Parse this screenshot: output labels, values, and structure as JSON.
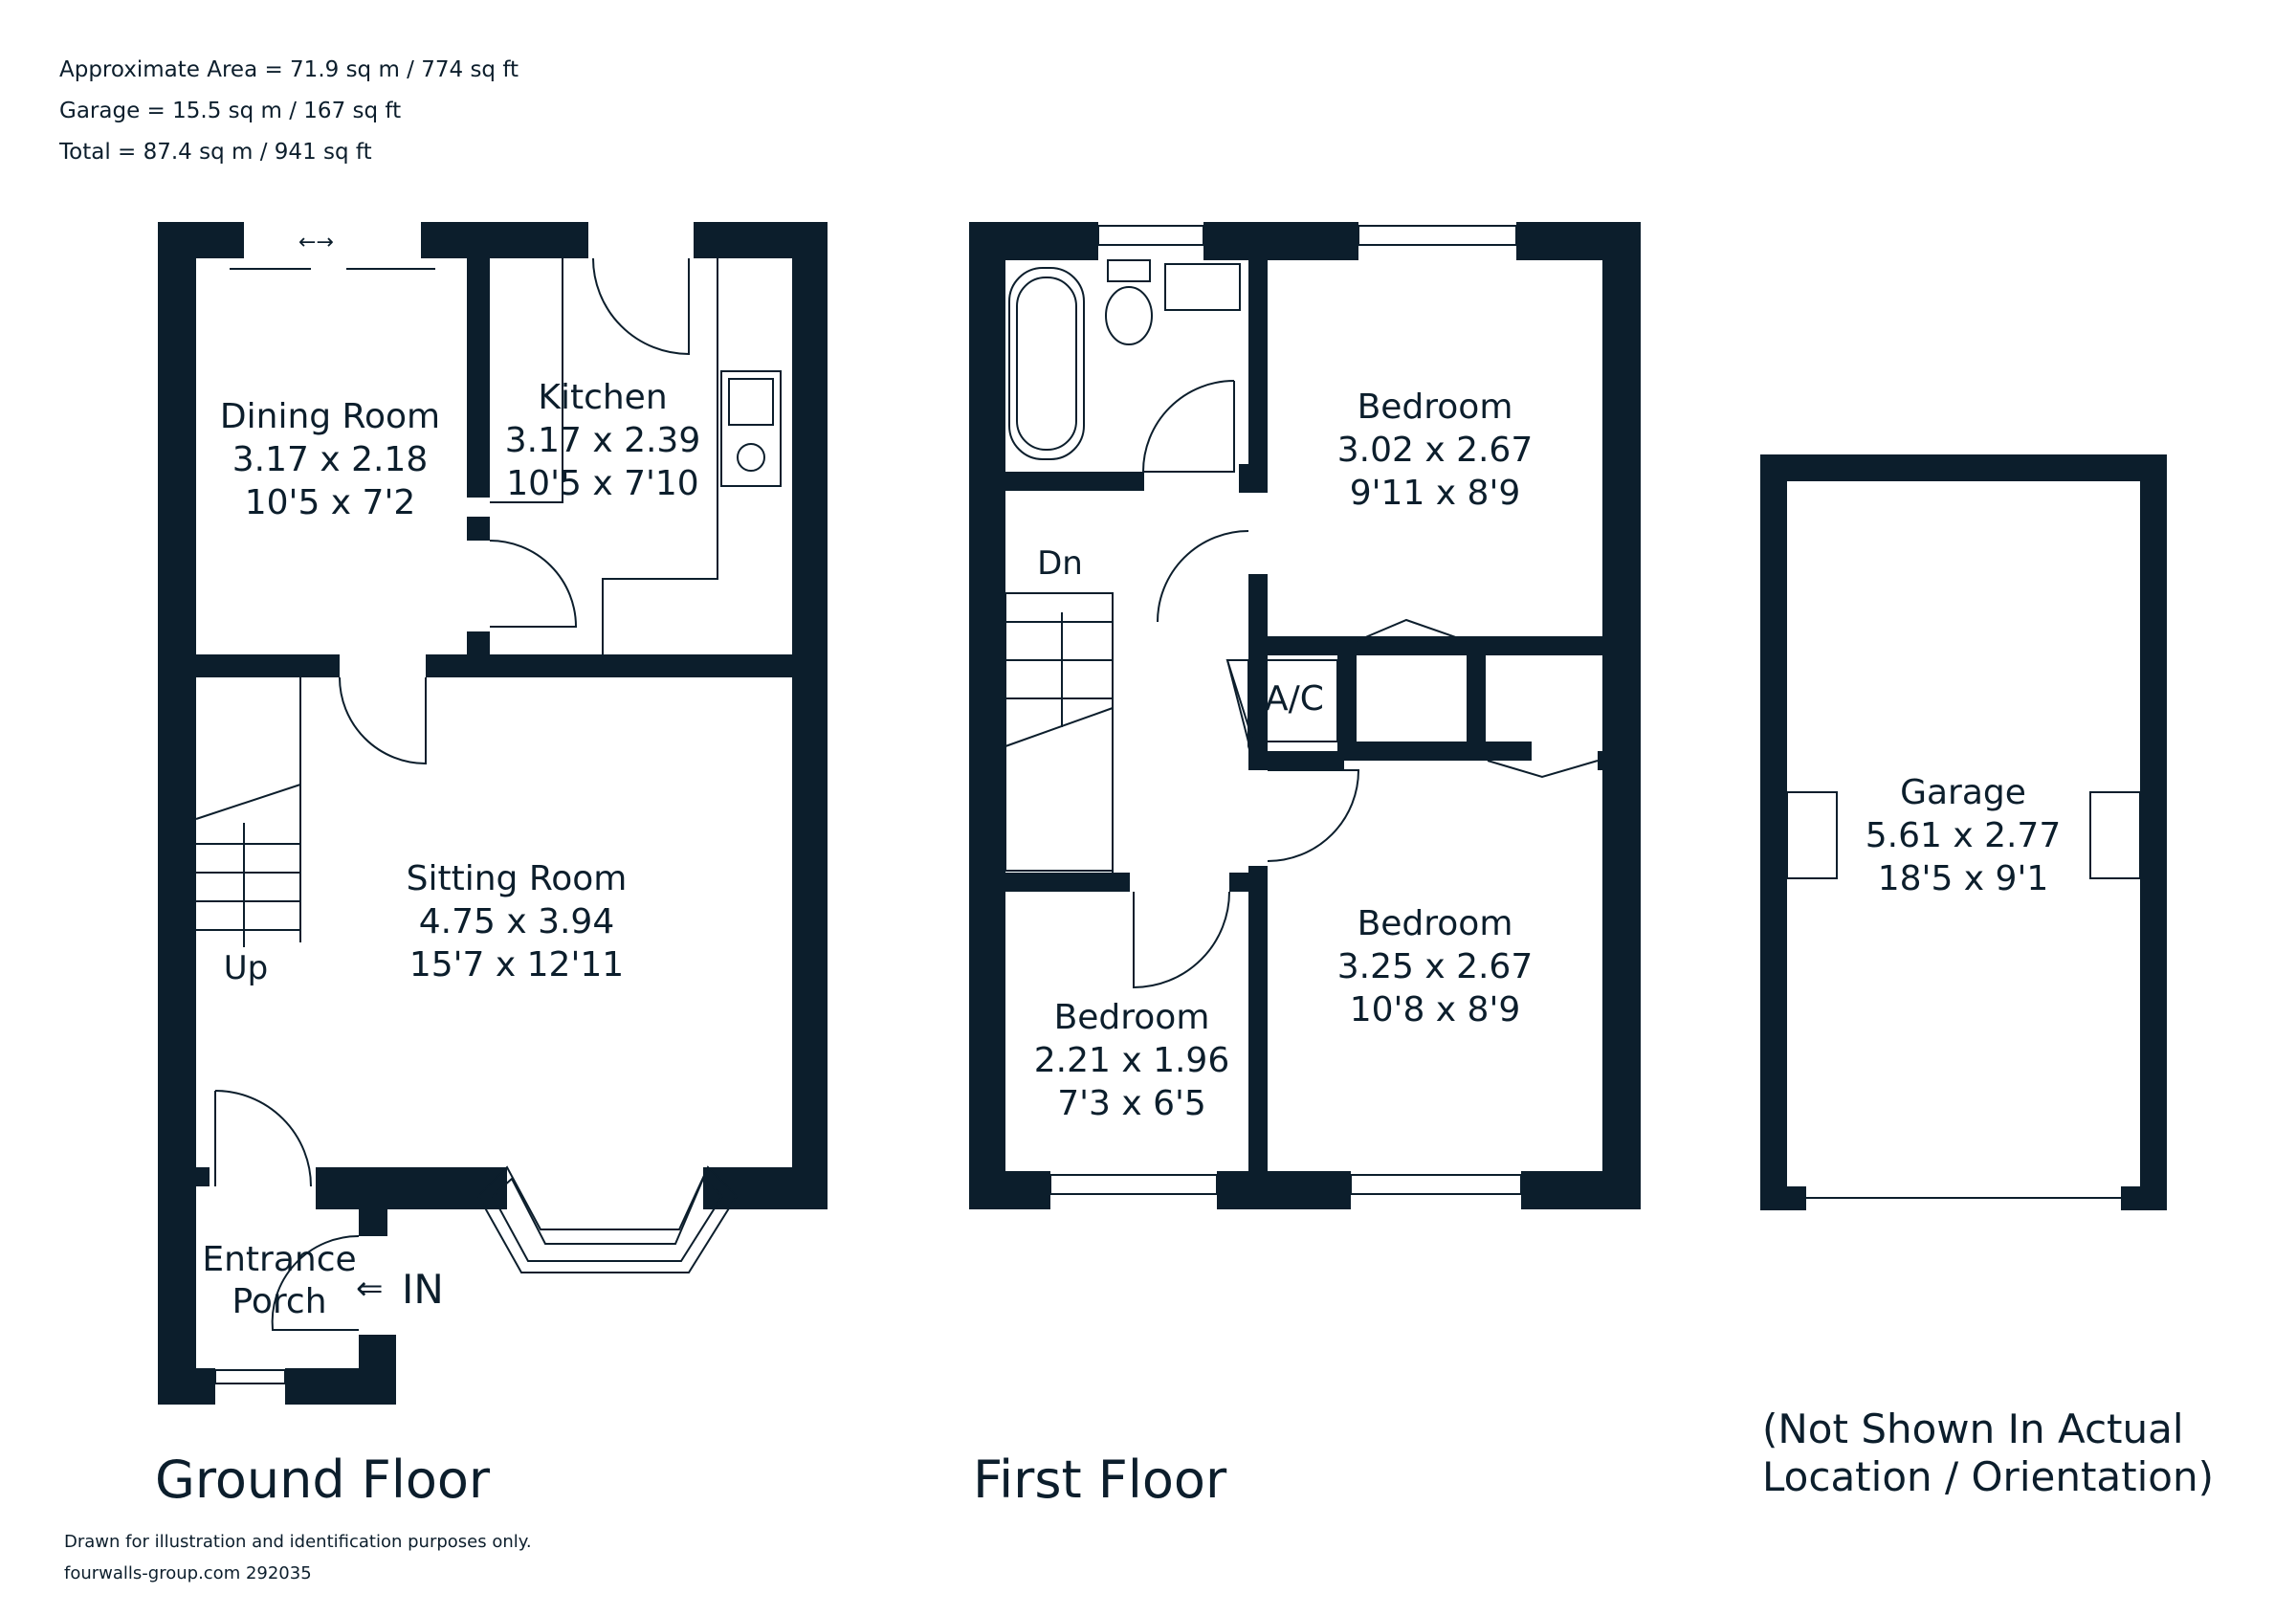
{
  "areas": {
    "approx": "Approximate Area = 71.9 sq m / 774 sq ft",
    "garage": "Garage = 15.5 sq m / 167 sq ft",
    "total": "Total = 87.4 sq m / 941 sq ft"
  },
  "floors": {
    "ground": "Ground Floor",
    "first": "First Floor"
  },
  "rooms": {
    "dining": {
      "name": "Dining Room",
      "metric": "3.17 x 2.18",
      "imperial": "10'5 x 7'2"
    },
    "kitchen": {
      "name": "Kitchen",
      "metric": "3.17 x 2.39",
      "imperial": "10'5 x 7'10"
    },
    "sitting": {
      "name": "Sitting Room",
      "metric": "4.75 x 3.94",
      "imperial": "15'7 x 12'11"
    },
    "porch": {
      "line1": "Entrance",
      "line2": "Porch"
    },
    "bedroom1": {
      "name": "Bedroom",
      "metric": "3.02 x 2.67",
      "imperial": "9'11 x 8'9"
    },
    "bedroom2": {
      "name": "Bedroom",
      "metric": "3.25 x 2.67",
      "imperial": "10'8 x 8'9"
    },
    "bedroom3": {
      "name": "Bedroom",
      "metric": "2.21 x 1.96",
      "imperial": "7'3 x 6'5"
    },
    "garage": {
      "name": "Garage",
      "metric": "5.61 x 2.77",
      "imperial": "18'5 x 9'1"
    }
  },
  "labels": {
    "up": "Up",
    "dn": "Dn",
    "ac": "A/C",
    "in": "IN"
  },
  "garage_note": {
    "line1": "(Not Shown In Actual",
    "line2": "Location / Orientation)"
  },
  "footer": {
    "disclaimer": "Drawn for illustration and identification purposes only.",
    "ref": "fourwalls-group.com 292035"
  },
  "colors": {
    "wall": "#0c1e2c",
    "background": "#ffffff"
  }
}
